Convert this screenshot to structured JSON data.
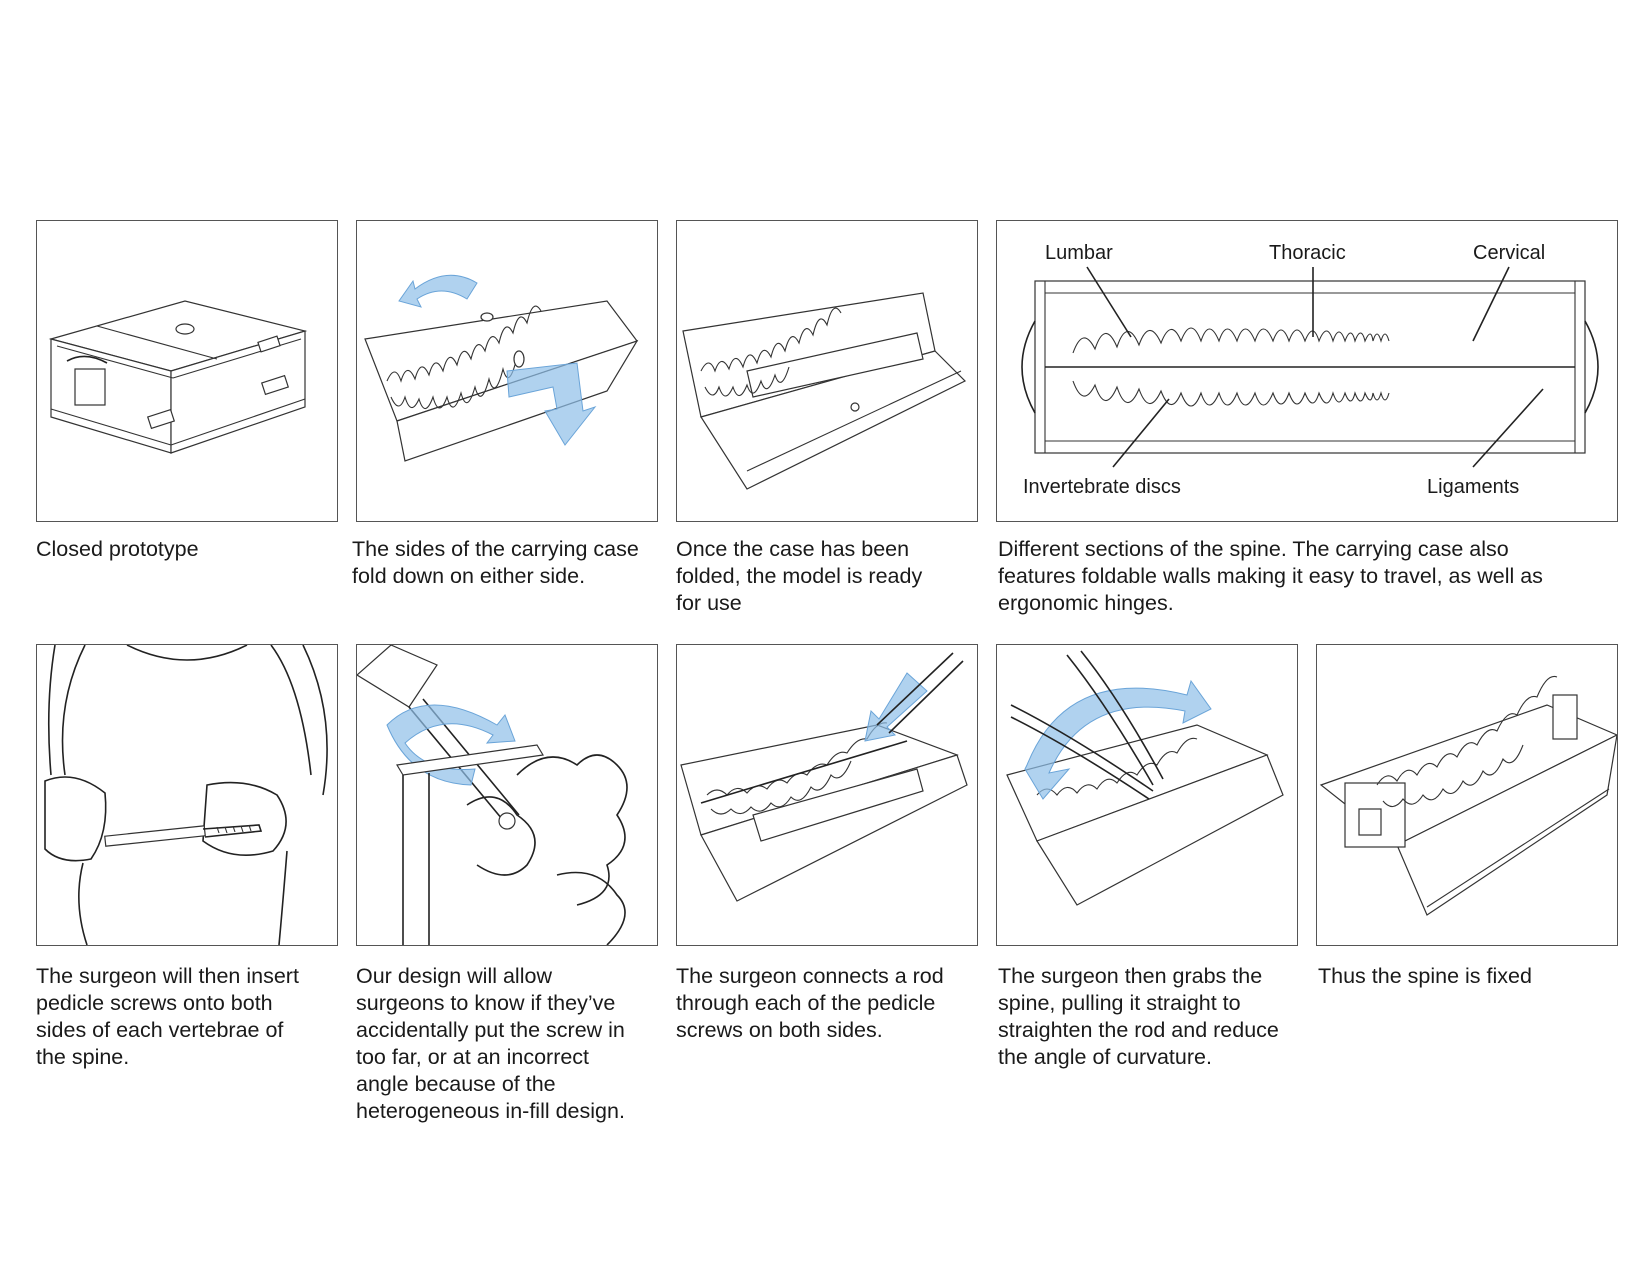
{
  "colors": {
    "accent_blue": "#8fbfe8",
    "line": "#222222",
    "border": "#555555"
  },
  "panels": [
    {
      "caption": "Closed prototype"
    },
    {
      "caption": "The sides of the carrying case\nfold down on either side."
    },
    {
      "caption": "Once the case has been\nfolded, the model is ready\nfor use"
    },
    {
      "caption": "Different sections of the spine. The carrying case also\nfeatures foldable walls making it easy to travel, as well as\nergonomic hinges."
    },
    {
      "caption": "The surgeon will then insert\npedicle screws onto both\nsides of each vertebrae of\nthe spine."
    },
    {
      "caption": "Our design will allow\nsurgeons to know if they’ve\naccidentally put the screw in\ntoo far, or at an incorrect\nangle because of the\nheterogeneous in-fill design."
    },
    {
      "caption": "The surgeon connects a rod\nthrough each of the pedicle\nscrews on both sides."
    },
    {
      "caption": "The surgeon then grabs the\nspine, pulling it straight to\nstraighten the rod and reduce\nthe angle of curvature."
    },
    {
      "caption": "Thus the spine is fixed"
    }
  ],
  "spine_labels": {
    "lumbar": "Lumbar",
    "thoracic": "Thoracic",
    "cervical": "Cervical",
    "discs": "Invertebrate discs",
    "ligaments": "Ligaments"
  }
}
